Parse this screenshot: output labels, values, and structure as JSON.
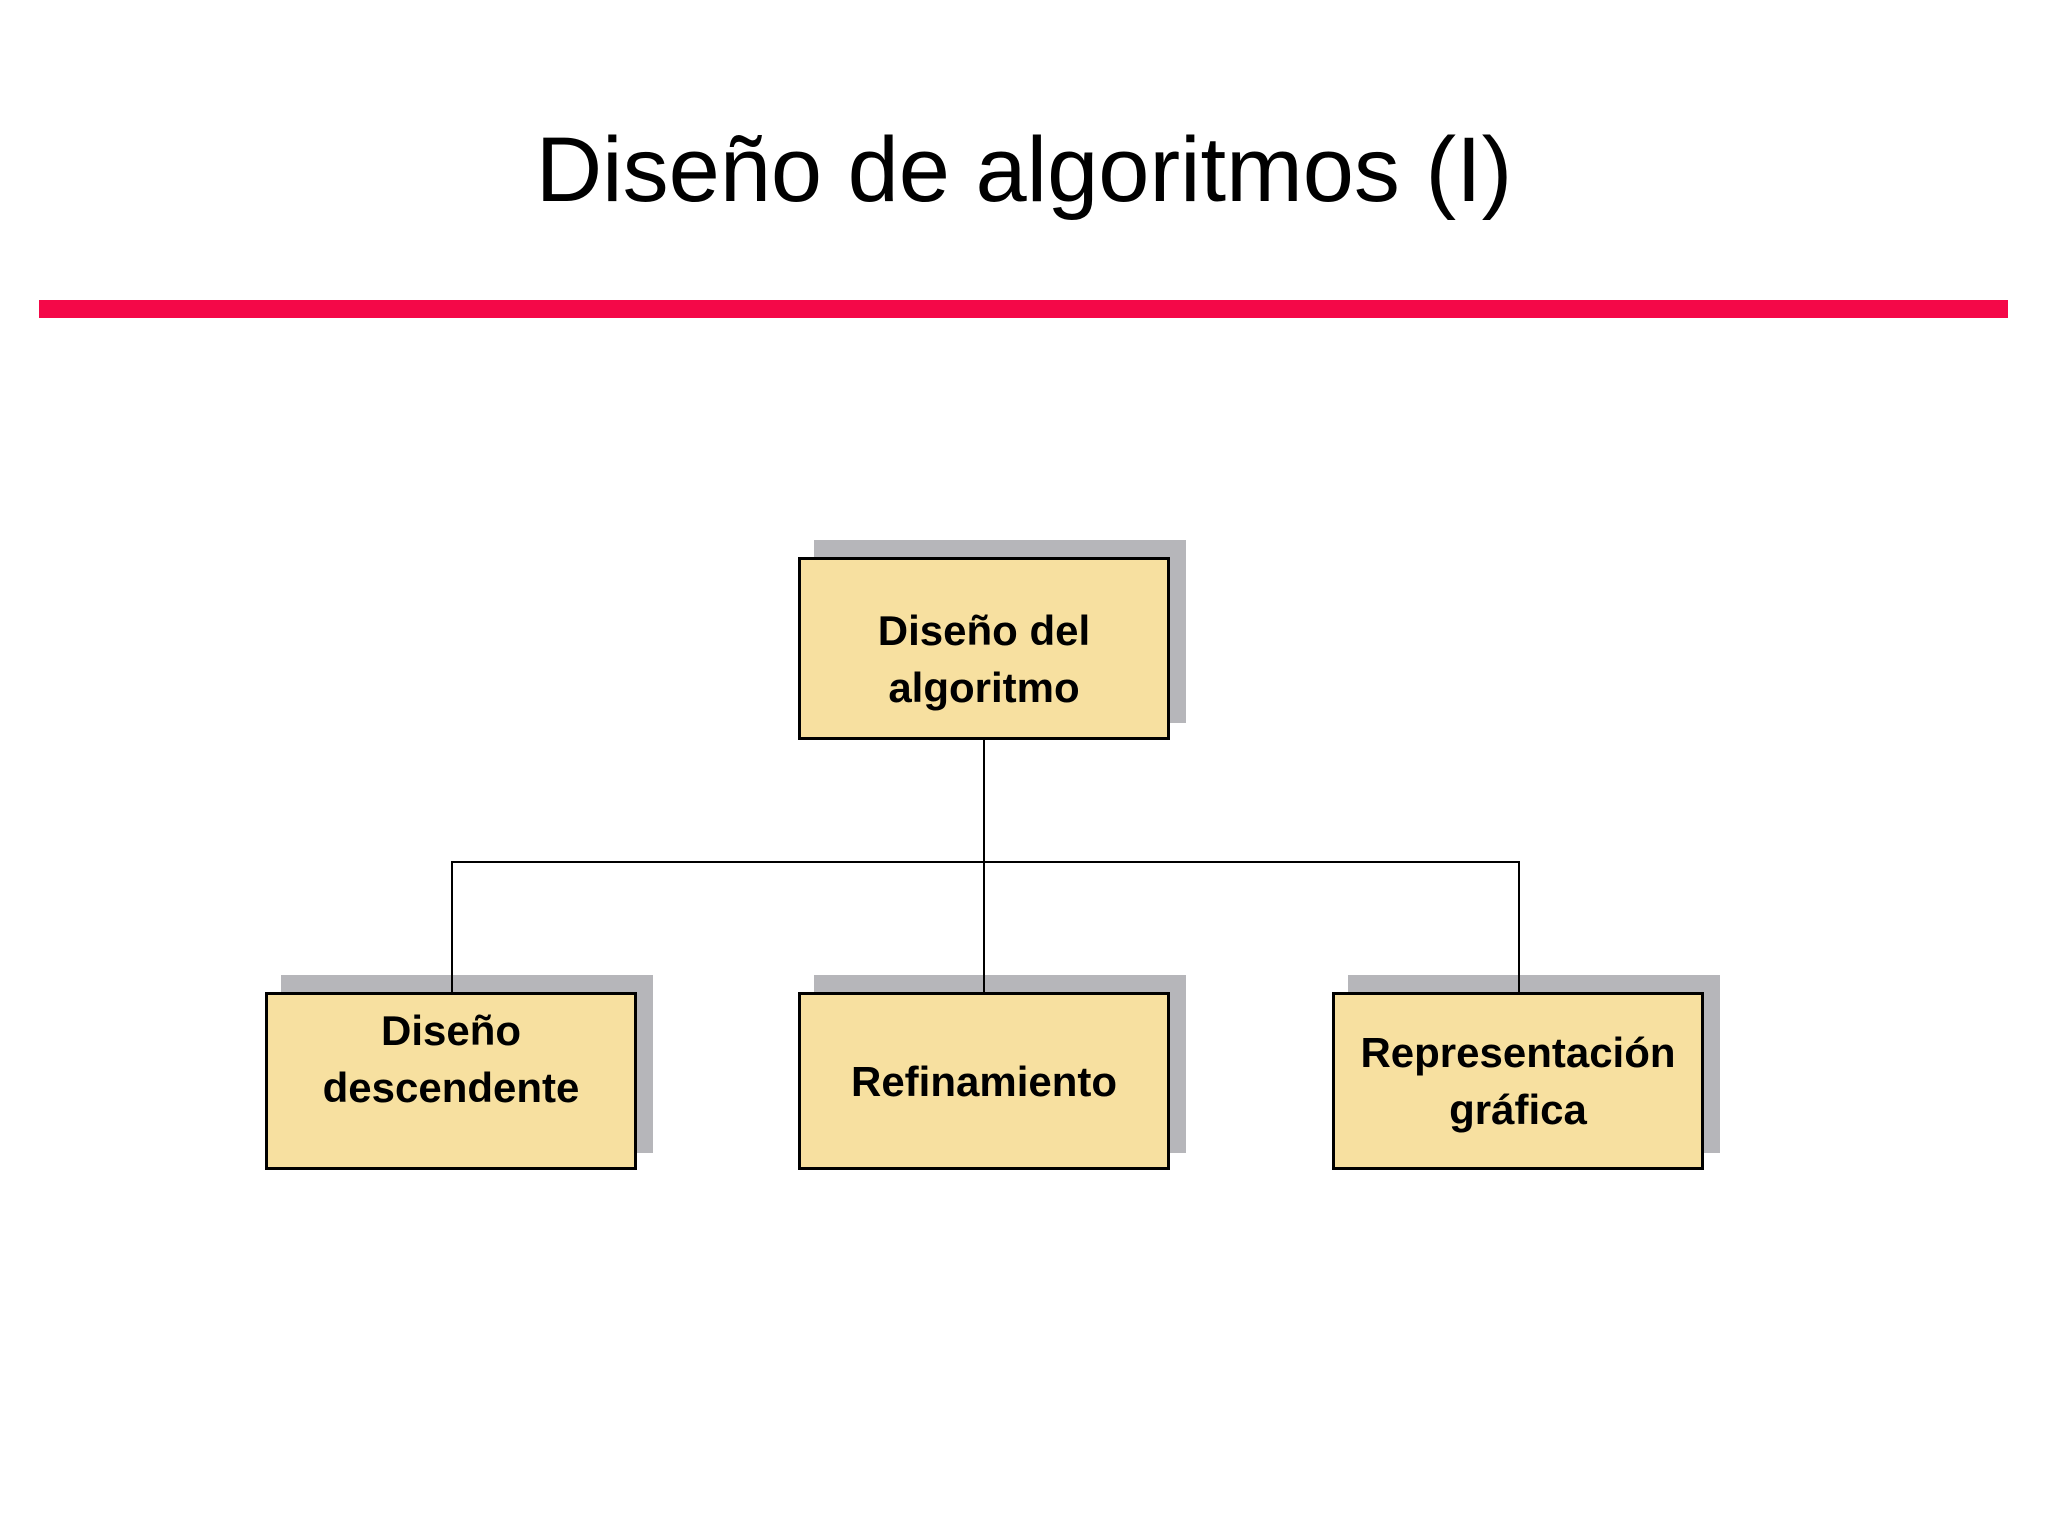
{
  "slide": {
    "title": "Diseño de algoritmos (I)"
  },
  "colors": {
    "accent_line": "#F40848",
    "node_fill": "#F7E0A0",
    "node_shadow": "#B6B6BA",
    "node_border": "#000000",
    "connector": "#000000",
    "background": "#FFFFFF",
    "text": "#000000"
  },
  "diagram": {
    "root": {
      "lines": [
        "Diseño del",
        "algoritmo"
      ]
    },
    "children": [
      {
        "lines": [
          "Diseño",
          "descendente"
        ]
      },
      {
        "lines": [
          "Refinamiento"
        ]
      },
      {
        "lines": [
          "Representación",
          "gráfica"
        ]
      }
    ]
  }
}
